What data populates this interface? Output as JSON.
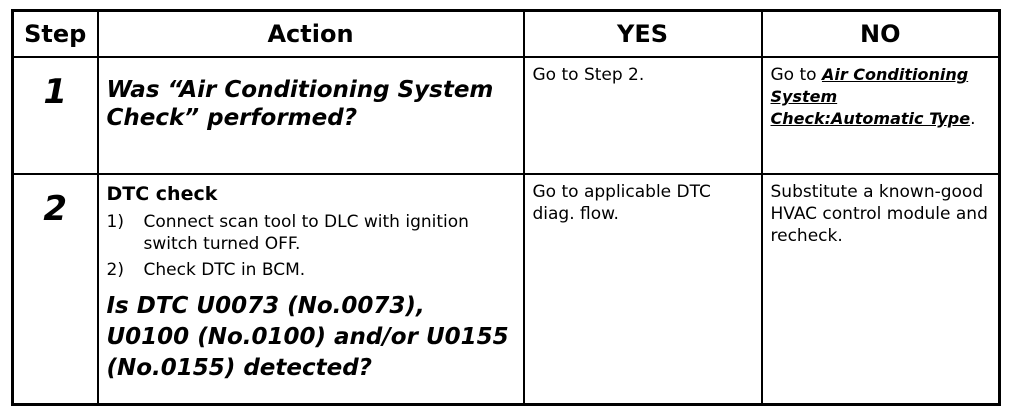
{
  "headers": {
    "step": "Step",
    "action": "Action",
    "yes": "YES",
    "no": "NO"
  },
  "rows": [
    {
      "step": "1",
      "question": "Was “Air Conditioning System Check” performed?",
      "yes": "Go to Step 2.",
      "no_prefix": "Go to ",
      "no_link": "Air Conditioning System Check:Automatic Type",
      "no_suffix": "."
    },
    {
      "step": "2",
      "title": "DTC check",
      "substeps": [
        {
          "num": "1)",
          "text": "Connect scan tool to DLC with ignition switch turned OFF."
        },
        {
          "num": "2)",
          "text": "Check DTC in BCM."
        }
      ],
      "question": "Is DTC U0073 (No.0073), U0100 (No.0100) and/or U0155 (No.0155) detected?",
      "yes": "Go to applicable DTC diag. flow.",
      "no": "Substitute a known-good HVAC control module and recheck."
    }
  ]
}
